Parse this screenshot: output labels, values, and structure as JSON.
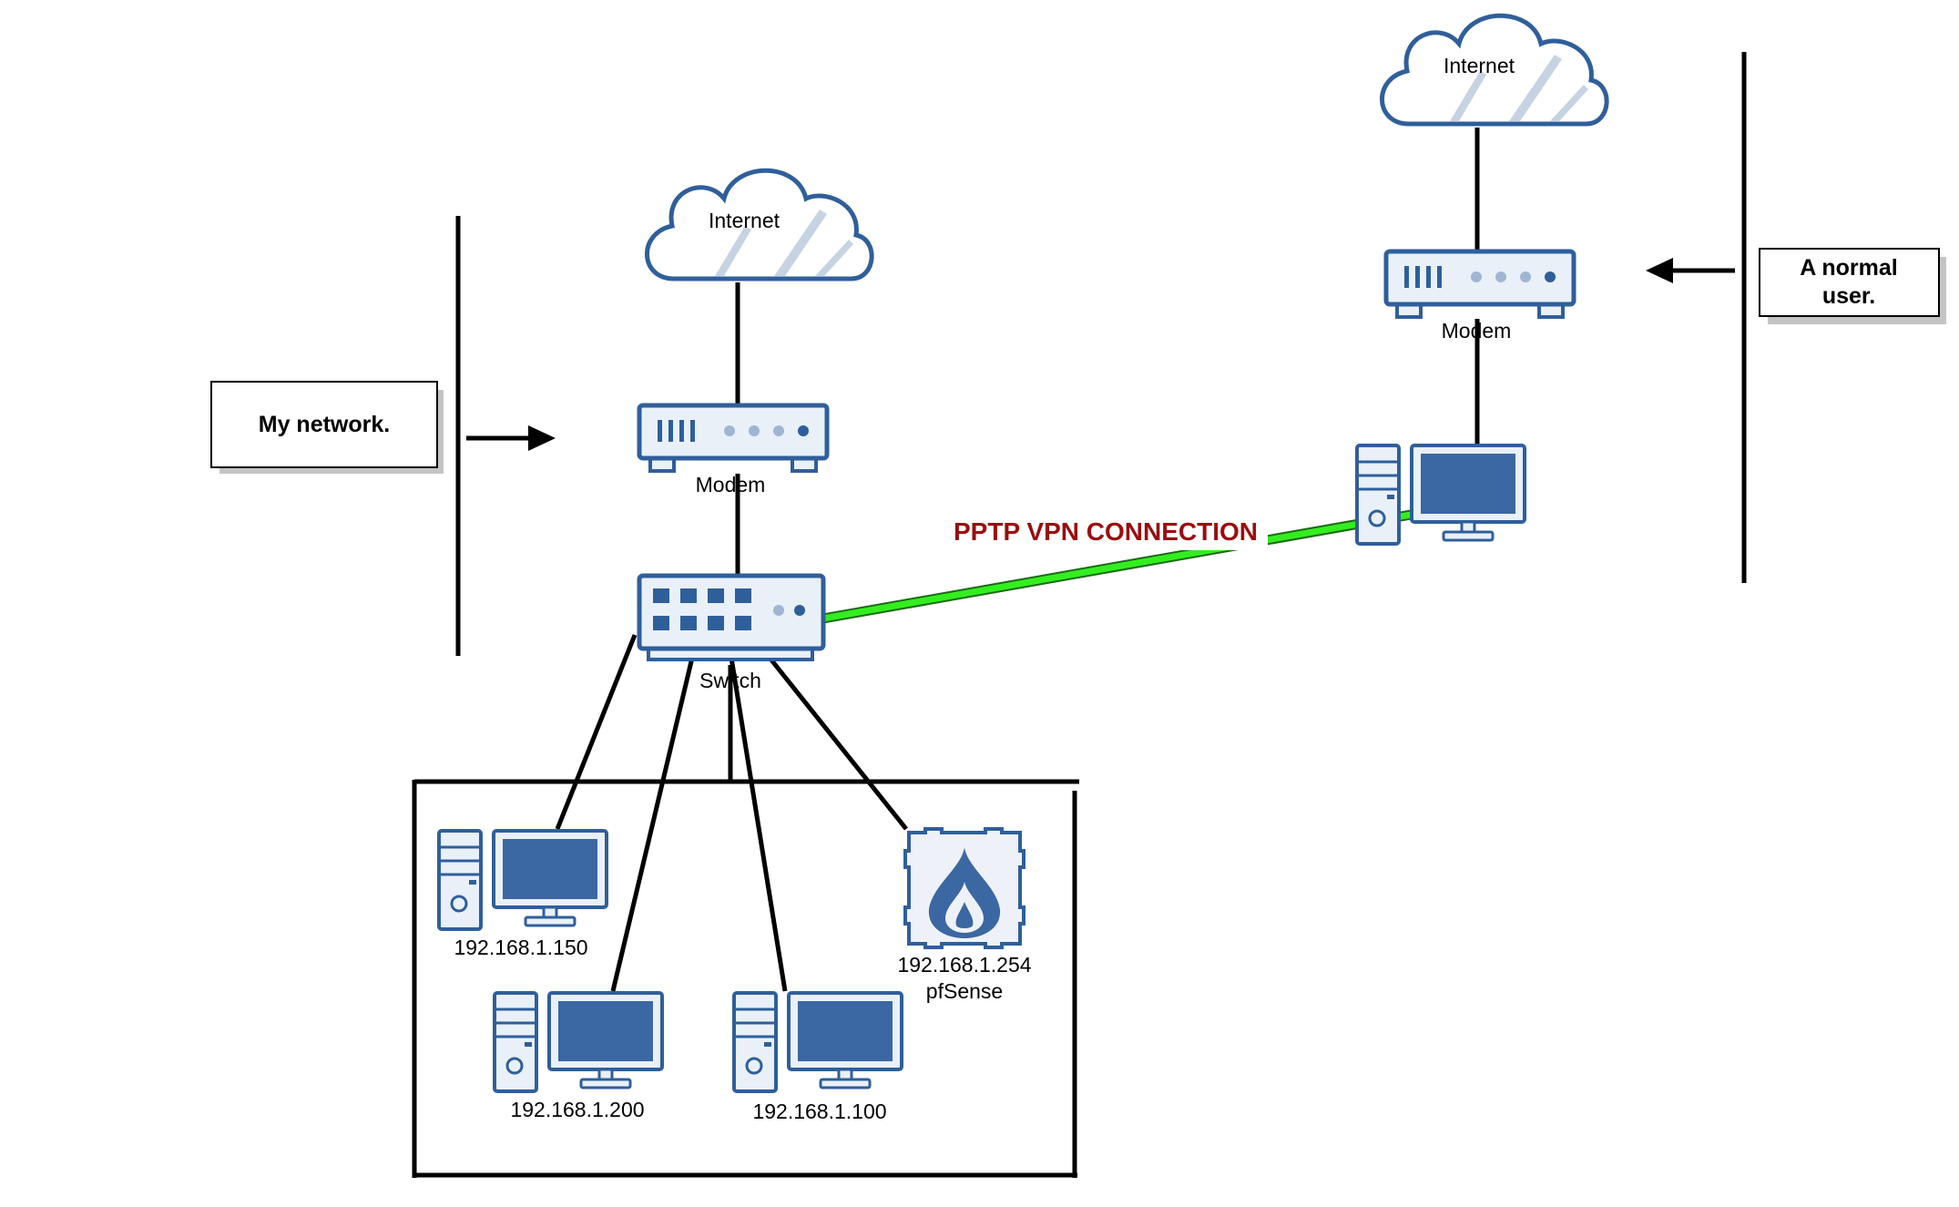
{
  "colors": {
    "device_blue": "#2f5f9b",
    "device_light": "#e9f0f8",
    "screen_fill": "#3b67a2",
    "vpn_line": "#33ee1f",
    "vpn_label": "#9b0d0d",
    "line": "#000000"
  },
  "labels": {
    "internet_left": "Internet",
    "internet_right": "Internet",
    "modem_left": "Modem",
    "modem_right": "Modem",
    "switch": "Switch",
    "vpn": "PPTP VPN CONNECTION",
    "my_network": "My network.",
    "normal_user_line1": "A normal",
    "normal_user_line2": "user.",
    "pc1": "192.168.1.150",
    "pc2": "192.168.1.200",
    "pc3": "192.168.1.100",
    "firewall_ip": "192.168.1.254",
    "firewall_name": "pfSense"
  },
  "icons": {
    "cloud": "cloud-icon",
    "modem": "modem-icon",
    "switch": "switch-icon",
    "computer": "computer-icon",
    "firewall": "pfsense-firewall-icon",
    "arrow": "arrow-icon"
  }
}
